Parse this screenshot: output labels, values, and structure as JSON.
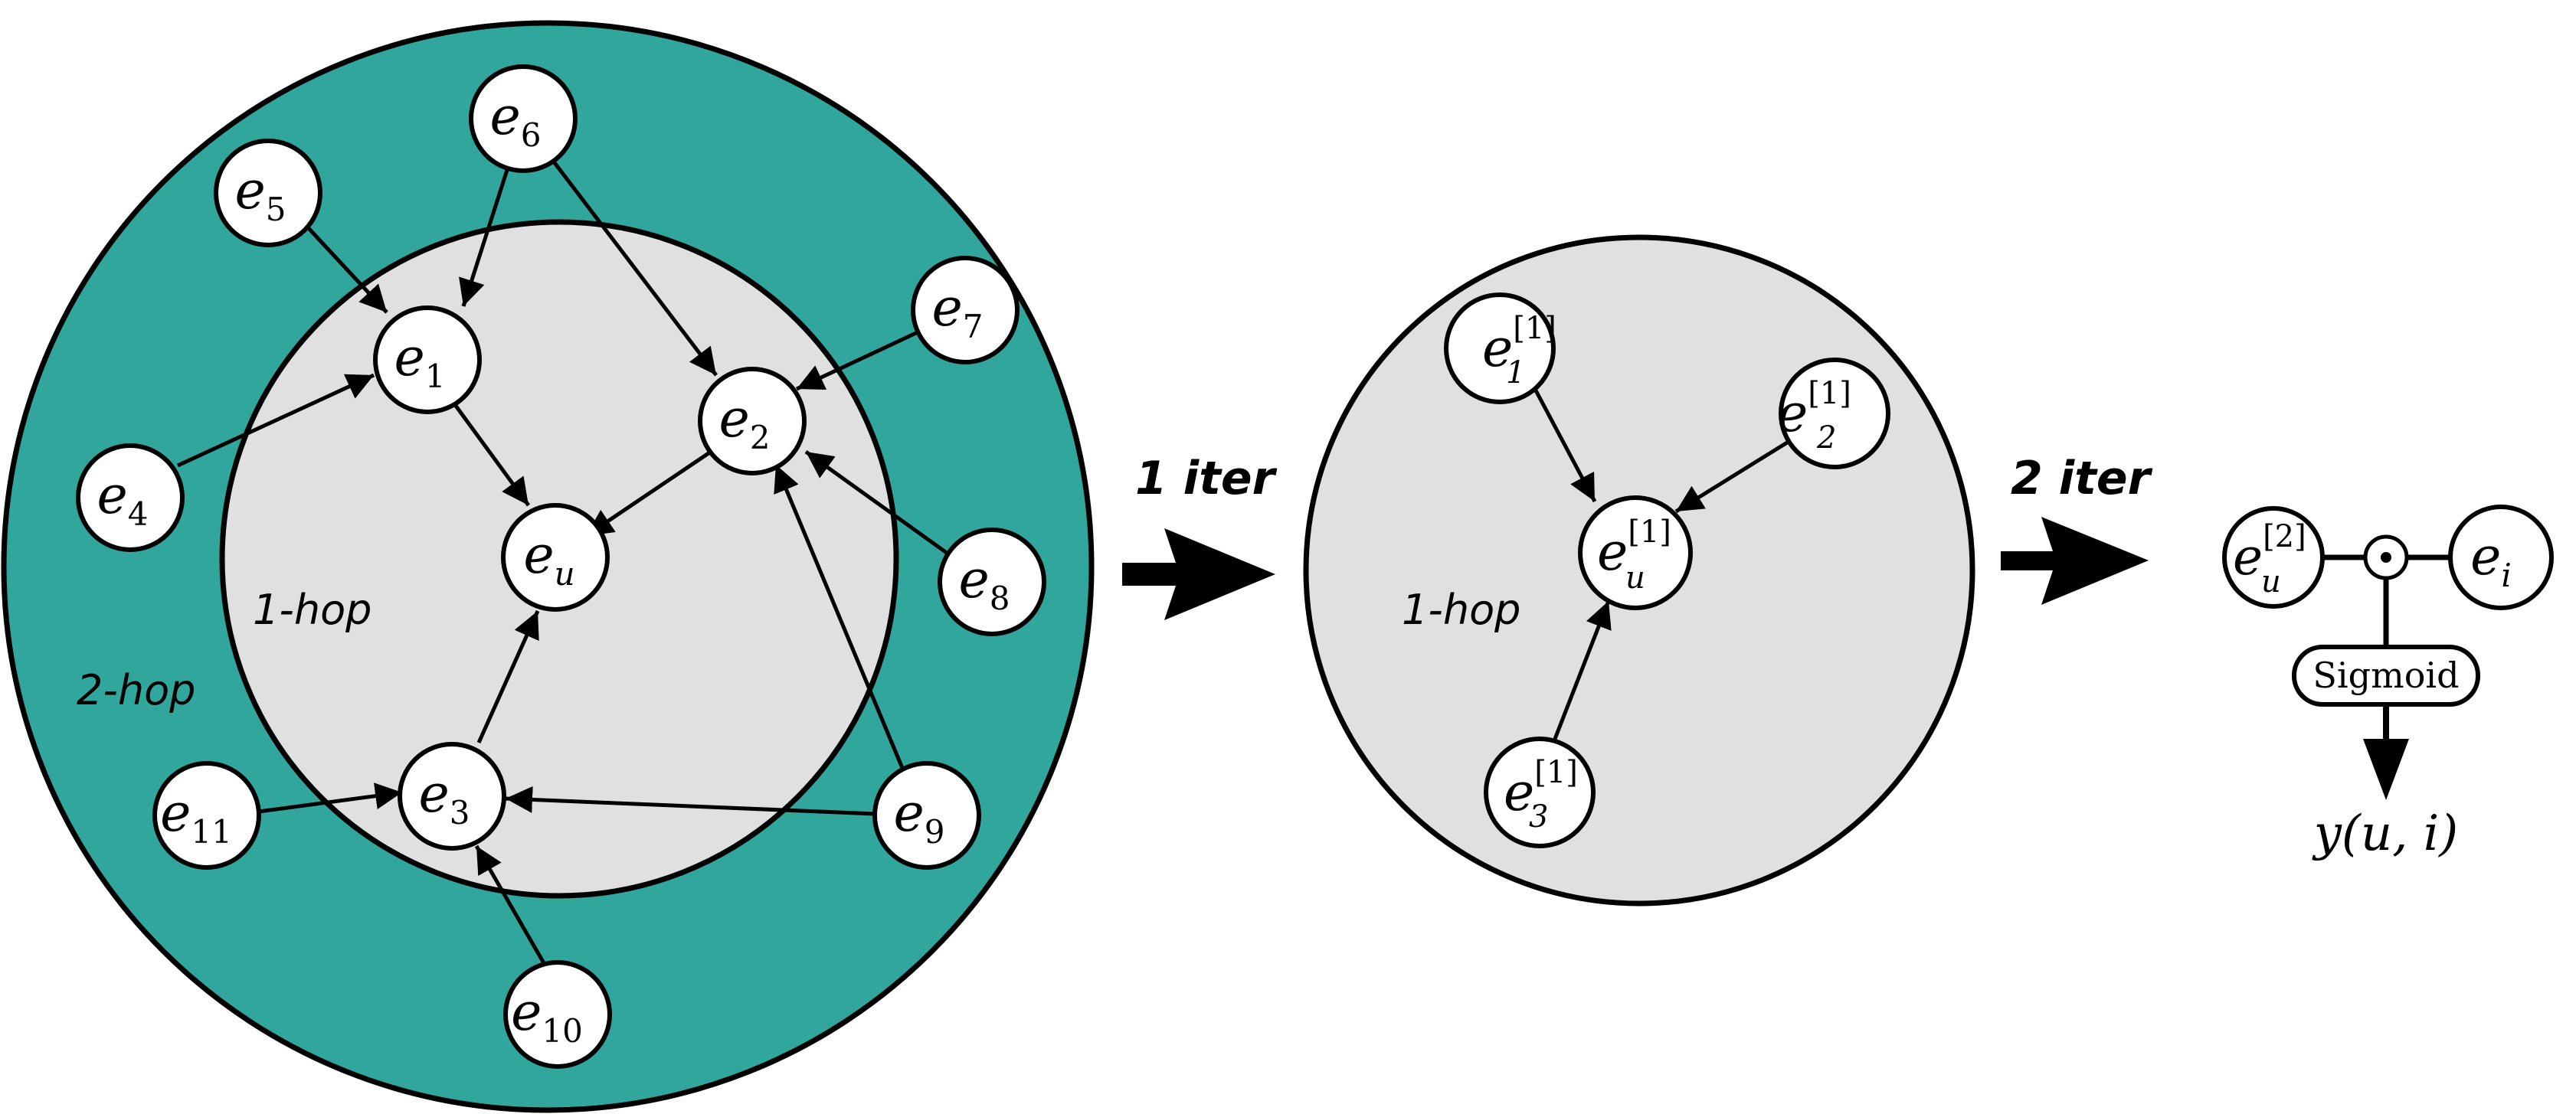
{
  "colors": {
    "outer_ring": "#31a69c",
    "inner_disk": "#e0e0e0",
    "stroke": "#000000",
    "node_fill": "#ffffff"
  },
  "labels": {
    "one_hop_left": "1-hop",
    "two_hop": "2-hop",
    "one_hop_middle": "1-hop",
    "iter_1": "1 iter",
    "iter_2": "2 iter",
    "sigmoid": "Sigmoid",
    "output": "y(u, i)"
  },
  "left_nodes": {
    "e1": {
      "base": "e",
      "sub": "1"
    },
    "e2": {
      "base": "e",
      "sub": "2"
    },
    "e3": {
      "base": "e",
      "sub": "3"
    },
    "eu": {
      "base": "e",
      "sub": "u"
    },
    "e4": {
      "base": "e",
      "sub": "4"
    },
    "e5": {
      "base": "e",
      "sub": "5"
    },
    "e6": {
      "base": "e",
      "sub": "6"
    },
    "e7": {
      "base": "e",
      "sub": "7"
    },
    "e8": {
      "base": "e",
      "sub": "8"
    },
    "e9": {
      "base": "e",
      "sub": "9"
    },
    "e10": {
      "base": "e",
      "sub": "10"
    },
    "e11": {
      "base": "e",
      "sub": "11"
    }
  },
  "middle_nodes": {
    "e1": {
      "base": "e",
      "sub": "1",
      "sup": "[1]"
    },
    "e2": {
      "base": "e",
      "sub": "2",
      "sup": "[1]"
    },
    "eu": {
      "base": "e",
      "sub": "u",
      "sup": "[1]"
    },
    "e3": {
      "base": "e",
      "sub": "3",
      "sup": "[1]"
    }
  },
  "right_nodes": {
    "eu": {
      "base": "e",
      "sub": "u",
      "sup": "[2]"
    },
    "dot": {
      "symbol": "⊙"
    },
    "ei": {
      "base": "e",
      "sub": "i"
    }
  },
  "edges_left": [
    [
      "e5",
      "e1"
    ],
    [
      "e6",
      "e1"
    ],
    [
      "e4",
      "e1"
    ],
    [
      "e6",
      "e2"
    ],
    [
      "e7",
      "e2"
    ],
    [
      "e8",
      "e2"
    ],
    [
      "e9",
      "e2"
    ],
    [
      "e1",
      "eu"
    ],
    [
      "e2",
      "eu"
    ],
    [
      "e3",
      "eu"
    ],
    [
      "e11",
      "e3"
    ],
    [
      "e9",
      "e3"
    ],
    [
      "e10",
      "e3"
    ]
  ],
  "edges_middle": [
    [
      "e1",
      "eu"
    ],
    [
      "e2",
      "eu"
    ],
    [
      "e3",
      "eu"
    ]
  ]
}
